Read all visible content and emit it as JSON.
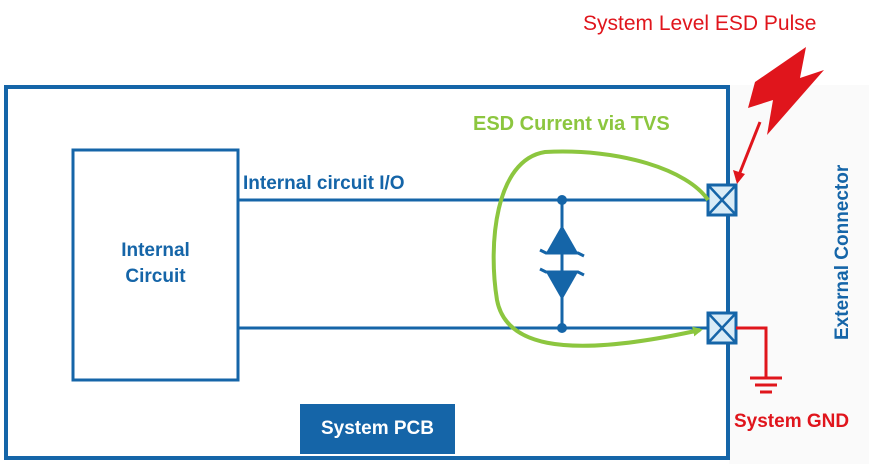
{
  "labels": {
    "esd_pulse": "System Level ESD Pulse",
    "circuit_io": "Internal circuit I/O",
    "esd_current": "ESD Current via TVS",
    "internal_circuit_line1": "Internal",
    "internal_circuit_line2": "Circuit",
    "system_pcb": "System PCB",
    "system_gnd": "System GND",
    "external_connector": "External Connector"
  },
  "colors": {
    "pcb_blue": "#1565a8",
    "current_green": "#8cc63f",
    "pulse_red": "#e0151c",
    "connector_fill": "#d9ecf7"
  },
  "icons": {
    "tvs": "tvs-diode-icon",
    "ground": "ground-symbol-icon",
    "lightning": "lightning-bolt-icon",
    "connector_pin": "connector-pin-icon"
  }
}
